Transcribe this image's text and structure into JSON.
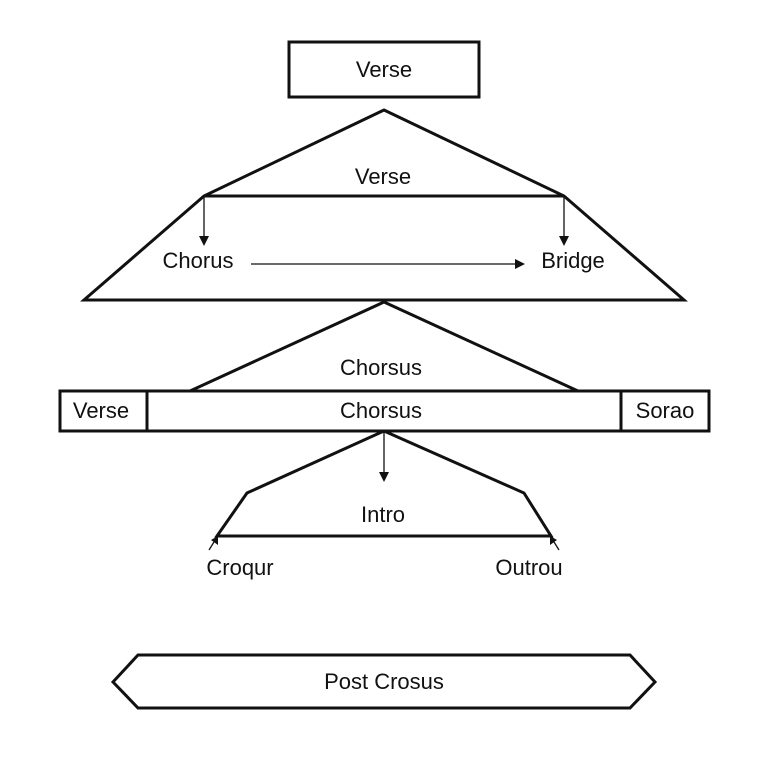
{
  "diagram": {
    "top_box": "Verse",
    "tier1": {
      "apex_label": "Verse",
      "left_label": "Chorus",
      "right_label": "Bridge"
    },
    "tier2": {
      "apex_label": "Chorsus",
      "bar_left": "Verse",
      "bar_center": "Chorsus",
      "bar_right": "Sorao"
    },
    "tier3": {
      "center_label": "Intro",
      "left_label": "Croqur",
      "right_label": "Outrou"
    },
    "bottom_banner": "Post Crosus"
  }
}
